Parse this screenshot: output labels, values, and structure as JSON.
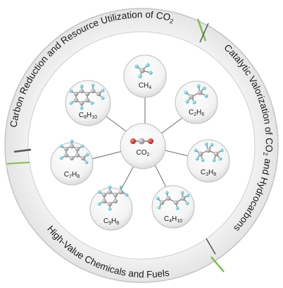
{
  "ring": {
    "top_left": {
      "main": "Carbon Reduction and Resource Utilization of CO",
      "sub": "2"
    },
    "right": {
      "part1": "Catalytic Valorization of CO",
      "sub": "2",
      "part2": " and Hydrocarbons"
    },
    "bottom": {
      "main": "High-Value Chemicals and Fuels"
    }
  },
  "center": {
    "label": "CO",
    "sub": "2"
  },
  "molecules": [
    {
      "id": "ch4",
      "label": "CH",
      "sub": "4"
    },
    {
      "id": "c2h6",
      "label": "C",
      "sub": "2",
      "label2": "H",
      "sub2": "6"
    },
    {
      "id": "c3h8",
      "label": "C",
      "sub": "3",
      "label2": "H",
      "sub2": "8"
    },
    {
      "id": "c4h10",
      "label": "C",
      "sub": "4",
      "label2": "H",
      "sub2": "10"
    },
    {
      "id": "c9h8",
      "label": "C",
      "sub": "9",
      "label2": "H",
      "sub2": "8"
    },
    {
      "id": "c7h8",
      "label": "C",
      "sub": "7",
      "label2": "H",
      "sub2": "8"
    },
    {
      "id": "c8h10",
      "label": "C",
      "sub": "8",
      "label2": "H",
      "sub2": "10"
    }
  ],
  "colors": {
    "ring_fill": "#f0f0f0",
    "ring_edge": "#bdbdbd",
    "accent_green": "#7cbf4a",
    "carbon": "#9e9e9e",
    "hydrogen": "#6fd0dc",
    "oxygen": "#d32020"
  }
}
